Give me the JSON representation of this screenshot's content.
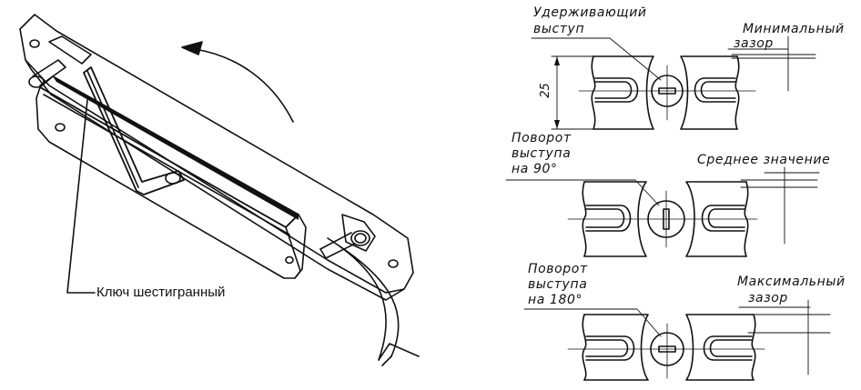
{
  "colors": {
    "ink": "#111111",
    "paper": "#ffffff"
  },
  "labels": {
    "hex_key": "Ключ шестигранный",
    "holder_line1": "Удерживающий",
    "holder_line2": "выступ",
    "min_gap_line1": "Минимальный",
    "min_gap_line2": "зазор",
    "rotate90_line1": "Поворот",
    "rotate90_line2": "выступа",
    "rotate90_line3": "на 90°",
    "mid_value": "Среднее значение",
    "rotate180_line1": "Поворот",
    "rotate180_line2": "выступа",
    "rotate180_line3": "на 180°",
    "max_gap_line1": "Максимальный",
    "max_gap_line2": "зазор",
    "dimension": "25"
  }
}
